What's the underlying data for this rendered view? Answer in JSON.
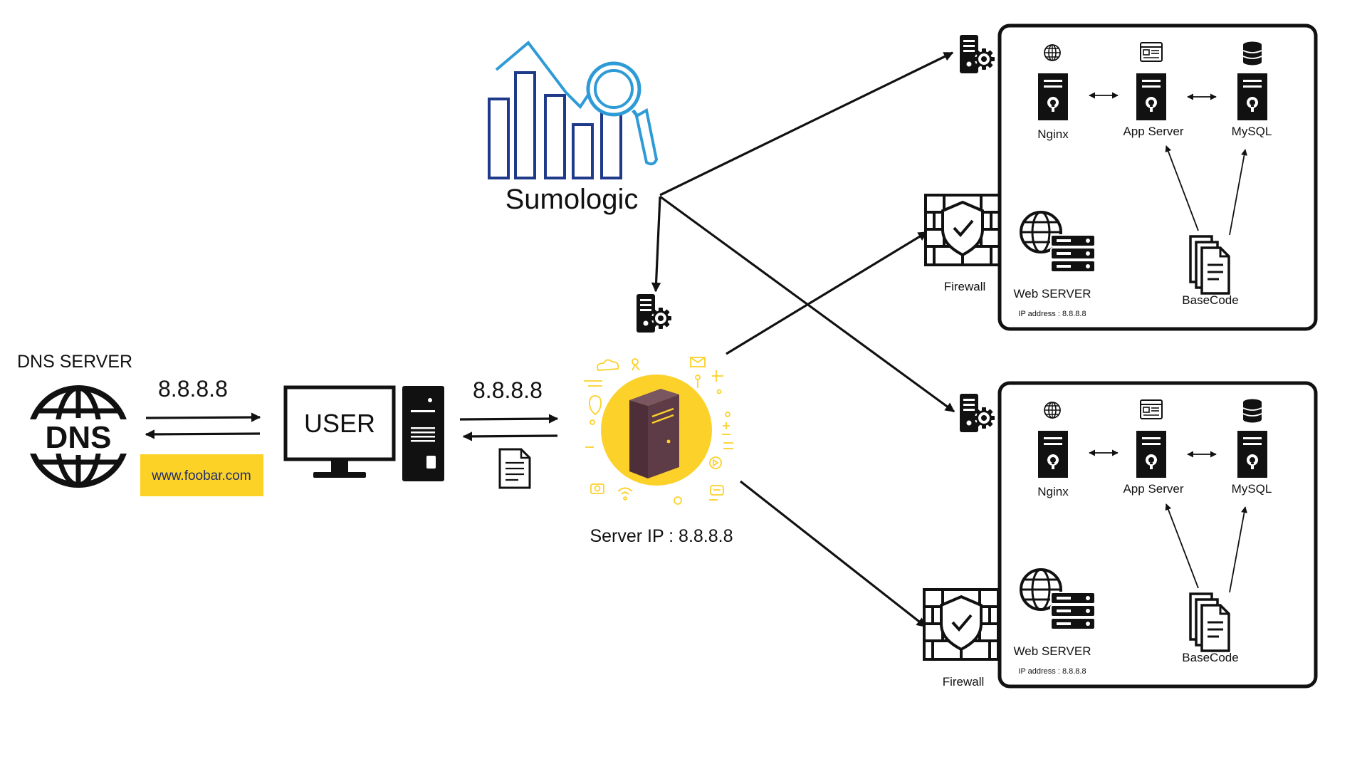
{
  "dns": {
    "title": "DNS SERVER",
    "icon_text": "DNS",
    "icon": "dns-globe-icon"
  },
  "dns_exchange": {
    "ip": "8.8.8.8",
    "domain": "www.foobar.com",
    "domain_bg": "#FDD226"
  },
  "user": {
    "label": "USER",
    "icon": "desktop-computer-icon"
  },
  "user_exchange": {
    "ip": "8.8.8.8",
    "icon": "document-icon"
  },
  "server": {
    "caption": "Server IP : 8.8.8.8",
    "icon": "server-tower-icon",
    "accent": "#FCD12A"
  },
  "sumologic": {
    "label": "Sumologic",
    "icon": "analytics-chart-icon",
    "color_dark": "#1F3A8A",
    "color_light": "#2E9BD6"
  },
  "clusters": [
    {
      "firewall_label": "Firewall",
      "monitor_icon": "server-gear-icon",
      "servers": [
        {
          "label": "Nginx",
          "icon": "globe-icon"
        },
        {
          "label": "App Server",
          "icon": "app-window-icon"
        },
        {
          "label": "MySQL",
          "icon": "database-icon"
        }
      ],
      "web_server": {
        "label": "Web SERVER",
        "ip": "IP address : 8.8.8.8"
      },
      "basecode": {
        "label": "BaseCode"
      }
    },
    {
      "firewall_label": "Firewall",
      "monitor_icon": "server-gear-icon",
      "servers": [
        {
          "label": "Nginx",
          "icon": "globe-icon"
        },
        {
          "label": "App Server",
          "icon": "app-window-icon"
        },
        {
          "label": "MySQL",
          "icon": "database-icon"
        }
      ],
      "web_server": {
        "label": "Web SERVER",
        "ip": "IP address : 8.8.8.8"
      },
      "basecode": {
        "label": "BaseCode"
      }
    }
  ]
}
